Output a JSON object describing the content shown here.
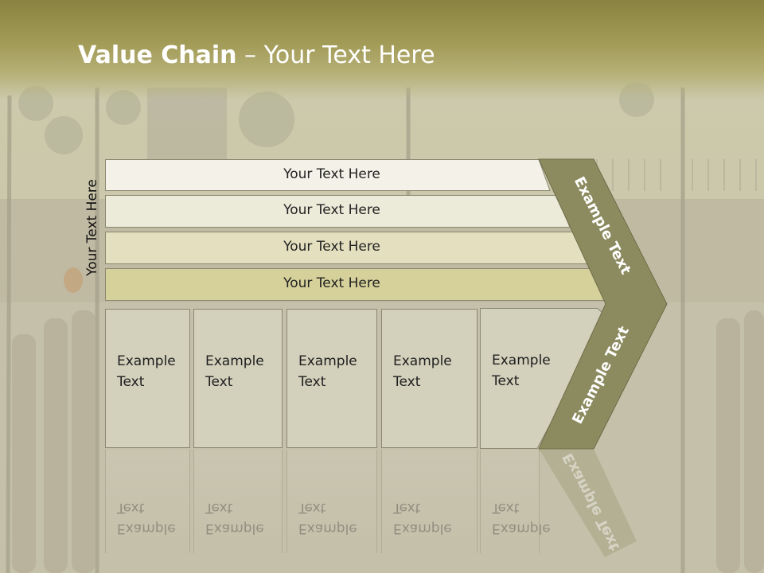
{
  "title": {
    "bold": "Value Chain",
    "rest": " – Your Text Here"
  },
  "side_label": "Your Text Here",
  "bars": [
    "Your Text Here",
    "Your Text Here",
    "Your Text Here",
    "Your Text Here"
  ],
  "boxes": [
    {
      "line1": "Example",
      "line2": "Text"
    },
    {
      "line1": "Example",
      "line2": "Text"
    },
    {
      "line1": "Example",
      "line2": "Text"
    },
    {
      "line1": "Example",
      "line2": "Text"
    },
    {
      "line1": "Example",
      "line2": "Text"
    }
  ],
  "chevron": {
    "upper": "Example Text",
    "lower": "Example Text"
  },
  "colors": {
    "title_band": "#a39c58",
    "chevron_fill": "#8c8a5f",
    "bar_fills": [
      "#f4f2e8",
      "#ecead8",
      "#e4e0bf",
      "#d6d19a"
    ],
    "box_fill": "#d3d1bc"
  }
}
